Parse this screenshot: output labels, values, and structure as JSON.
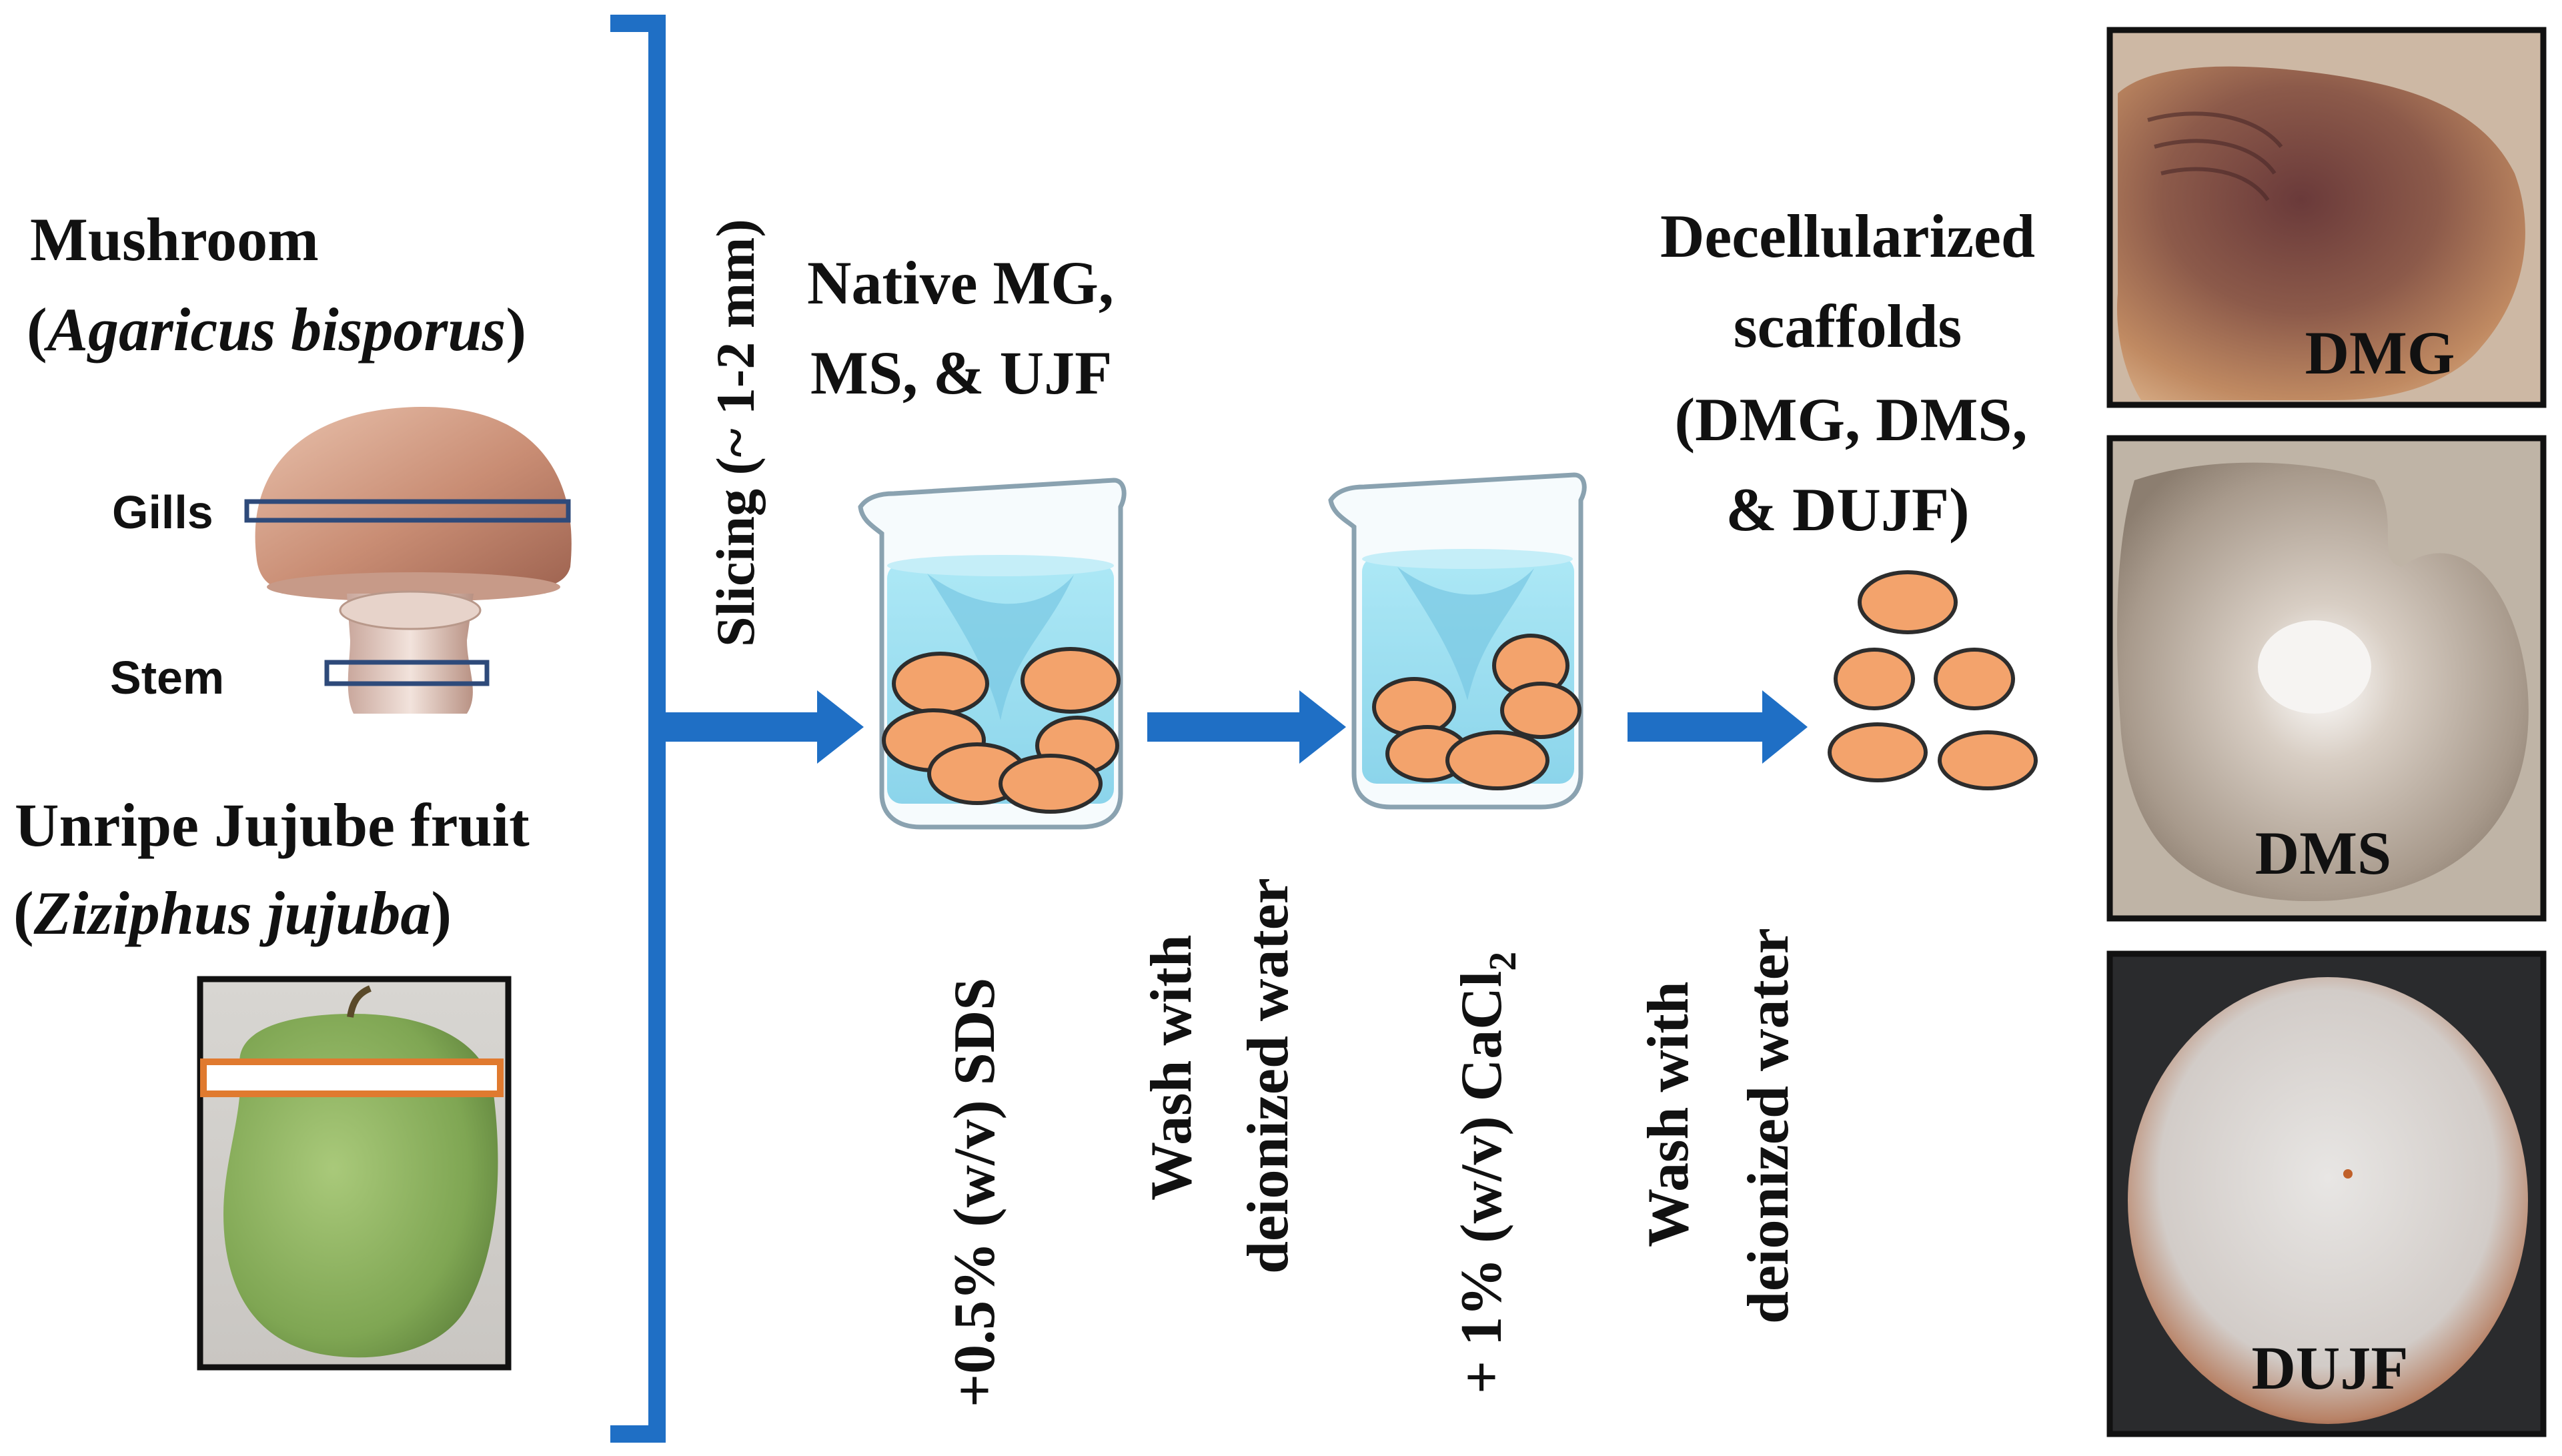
{
  "left": {
    "mushroom_title": "Mushroom",
    "mushroom_species_open": "(",
    "mushroom_species": "Agaricus bisporus",
    "mushroom_species_close": ")",
    "gills_label": "Gills",
    "stem_label": "Stem",
    "jujube_title": "Unripe Jujube fruit",
    "jujube_species_open": "(",
    "jujube_species": "Ziziphus jujuba",
    "jujube_species_close": ")"
  },
  "steps": {
    "slicing": "Slicing (~ 1-2 mm)",
    "native_line1": "Native MG,",
    "native_line2": "MS, & UJF",
    "sds": "+0.5% (w/v) SDS",
    "wash1_line1": "Wash with",
    "wash1_line2": "deionized water",
    "cacl2_prefix": "+ 1% (w/v) CaCl",
    "cacl2_sub": "2",
    "wash2_line1": "Wash with",
    "wash2_line2": "deionized water",
    "scaffold_line1": "Decellularized",
    "scaffold_line2": "scaffolds",
    "scaffold_line3": "(DMG, DMS,",
    "scaffold_line4": "& DUJF)"
  },
  "photos": {
    "dmg_label": "DMG",
    "dms_label": "DMS",
    "dujf_label": "DUJF"
  },
  "colors": {
    "arrow_blue": "#1f6fc5",
    "slice_orange": "#f3a36c",
    "water_blue": "#6fd0ea",
    "mushroom_slice_box": "#2e4a7a",
    "jujube_slice_box": "#e07a2f"
  }
}
